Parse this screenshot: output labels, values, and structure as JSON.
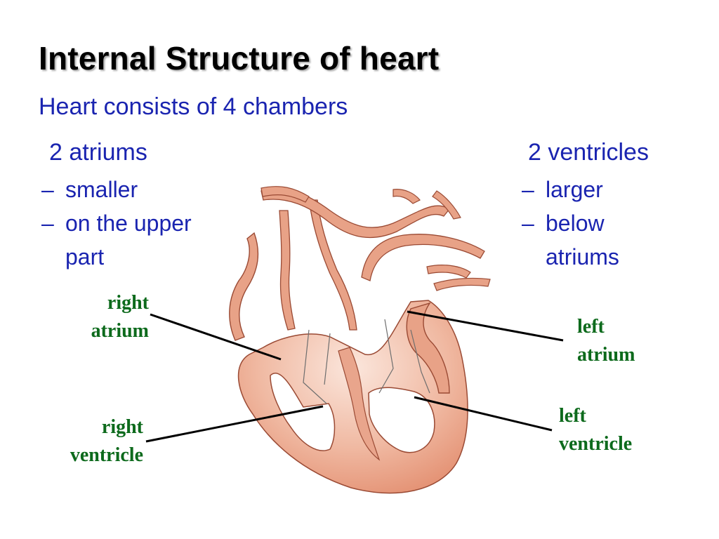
{
  "slide": {
    "title": "Internal Structure of heart",
    "subtitle": "Heart consists of 4 chambers"
  },
  "atriums": {
    "heading": "2 atriums",
    "dash": "–",
    "bullets": [
      "smaller",
      "on the upper part"
    ]
  },
  "ventricles": {
    "heading": "2 ventricles",
    "dash": "–",
    "bullets": [
      "larger",
      "below atriums"
    ]
  },
  "labels": {
    "right_atrium": [
      "right",
      "atrium"
    ],
    "left_atrium": [
      "left",
      "atrium"
    ],
    "right_ventricle": [
      "right",
      "ventricle"
    ],
    "left_ventricle": [
      "left",
      "ventricle"
    ]
  },
  "colors": {
    "heading_text": "#1a24b0",
    "label_text": "#0d6a1c",
    "heart_wall": "#e39a82",
    "heart_outline": "#9a4a34"
  }
}
